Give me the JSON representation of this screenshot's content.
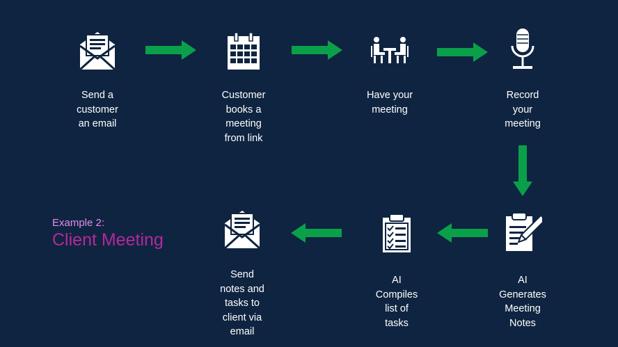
{
  "example": {
    "label": "Example 2:",
    "title": "Client Meeting"
  },
  "steps": [
    {
      "icon": "envelope-icon",
      "label": "Send a\ncustomer\nan email"
    },
    {
      "icon": "calendar-icon",
      "label": "Customer\nbooks a\nmeeting\nfrom link"
    },
    {
      "icon": "meeting-people-icon",
      "label": "Have your\nmeeting"
    },
    {
      "icon": "microphone-icon",
      "label": "Record\nyour\nmeeting"
    },
    {
      "icon": "notepad-pencil-icon",
      "label": "AI\nGenerates\nMeeting\nNotes"
    },
    {
      "icon": "checklist-clipboard-icon",
      "label": "AI\nCompiles\nlist of\ntasks"
    },
    {
      "icon": "envelope-icon",
      "label": "Send\nnotes and\ntasks to\nclient via\nemail"
    }
  ],
  "colors": {
    "background": "#0f2440",
    "arrow": "#0aa04a",
    "icon": "#ffffff",
    "example_label": "#e48cf0",
    "example_title": "#b4299b"
  }
}
